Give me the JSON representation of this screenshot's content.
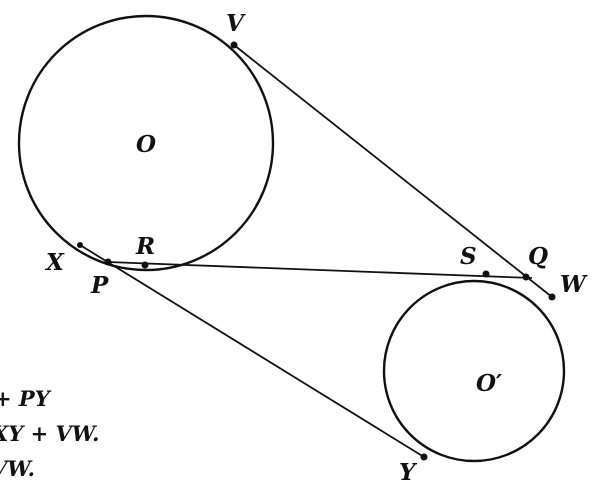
{
  "diagram": {
    "circles": [
      {
        "label": "O"
      },
      {
        "label": "O′"
      }
    ],
    "points": {
      "V": "V",
      "X": "X",
      "P": "P",
      "R": "R",
      "S": "S",
      "Q": "Q",
      "W": "W",
      "Y": "Y"
    },
    "equations": [
      "+ PY",
      "XY + VW.",
      "VW."
    ]
  }
}
